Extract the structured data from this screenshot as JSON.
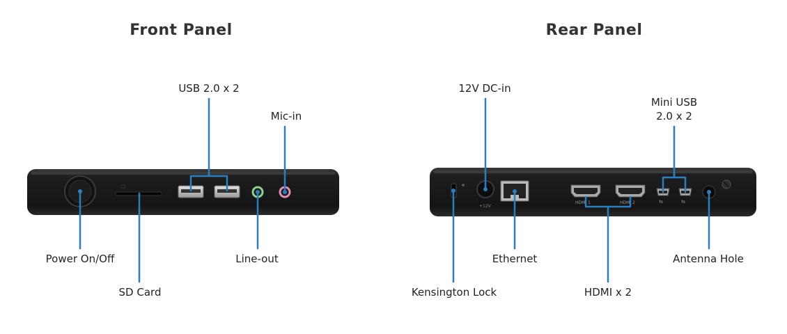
{
  "front": {
    "title": "Front Panel",
    "callouts": {
      "usb": "USB 2.0 x 2",
      "mic": "Mic-in",
      "power": "Power On/Off",
      "line_out": "Line-out",
      "sd": "SD Card"
    }
  },
  "rear": {
    "title": "Rear Panel",
    "callouts": {
      "dc": "12V DC-in",
      "mini_usb_line1": "Mini USB",
      "mini_usb_line2": "2.0 x 2",
      "ethernet": "Ethernet",
      "antenna": "Antenna Hole",
      "kensington": "Kensington Lock",
      "hdmi": "HDMI x 2"
    },
    "port_text": {
      "hdmi1": "HDMI 1",
      "hdmi2": "HDMI 2",
      "dc_rating": "+12V"
    }
  },
  "colors": {
    "callout_line": "#2a7fc0",
    "device_body": "#1a1a1a",
    "line_out_ring": "#8fd18a",
    "mic_ring": "#e58fb5"
  }
}
